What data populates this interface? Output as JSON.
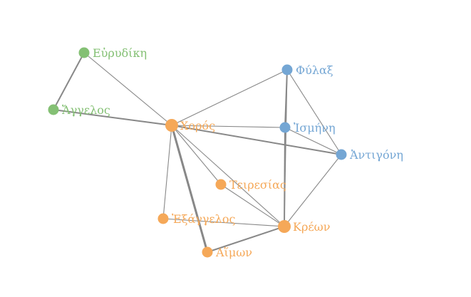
{
  "colors": {
    "orange": "#f5a858",
    "blue": "#74a6d4",
    "green": "#84c074",
    "edge": "#888888"
  },
  "nodes": [
    {
      "id": "eurydike",
      "label": "Εὐρυδίκη",
      "group": "green",
      "major": false
    },
    {
      "id": "angelos",
      "label": "Ἄγγελος",
      "group": "green",
      "major": false
    },
    {
      "id": "choros",
      "label": "Χορός",
      "group": "orange",
      "major": true
    },
    {
      "id": "phylax",
      "label": "Φύλαξ",
      "group": "blue",
      "major": false
    },
    {
      "id": "ismene",
      "label": "Ἰσμήνη",
      "group": "blue",
      "major": false
    },
    {
      "id": "antigone",
      "label": "Ἀντιγόνη",
      "group": "blue",
      "major": false
    },
    {
      "id": "teiresias",
      "label": "Τειρεσίας",
      "group": "orange",
      "major": false
    },
    {
      "id": "exangelos",
      "label": "Ἐξάγγελος",
      "group": "orange",
      "major": false
    },
    {
      "id": "kreon",
      "label": "Κρέων",
      "group": "orange",
      "major": true
    },
    {
      "id": "haimon",
      "label": "Αἵμων",
      "group": "orange",
      "major": false
    }
  ],
  "edges": [
    {
      "source": "eurydike",
      "target": "angelos",
      "weight": 2
    },
    {
      "source": "eurydike",
      "target": "choros",
      "weight": 1
    },
    {
      "source": "angelos",
      "target": "choros",
      "weight": 2
    },
    {
      "source": "choros",
      "target": "phylax",
      "weight": 1
    },
    {
      "source": "choros",
      "target": "ismene",
      "weight": 1
    },
    {
      "source": "choros",
      "target": "antigone",
      "weight": 2
    },
    {
      "source": "choros",
      "target": "teiresias",
      "weight": 1
    },
    {
      "source": "choros",
      "target": "exangelos",
      "weight": 1
    },
    {
      "source": "choros",
      "target": "kreon",
      "weight": 1
    },
    {
      "source": "choros",
      "target": "haimon",
      "weight": 3
    },
    {
      "source": "phylax",
      "target": "ismene",
      "weight": 2
    },
    {
      "source": "phylax",
      "target": "antigone",
      "weight": 1
    },
    {
      "source": "phylax",
      "target": "kreon",
      "weight": 1
    },
    {
      "source": "ismene",
      "target": "antigone",
      "weight": 1
    },
    {
      "source": "ismene",
      "target": "kreon",
      "weight": 2
    },
    {
      "source": "antigone",
      "target": "kreon",
      "weight": 1
    },
    {
      "source": "teiresias",
      "target": "kreon",
      "weight": 1
    },
    {
      "source": "exangelos",
      "target": "kreon",
      "weight": 1
    },
    {
      "source": "kreon",
      "target": "haimon",
      "weight": 2
    }
  ]
}
